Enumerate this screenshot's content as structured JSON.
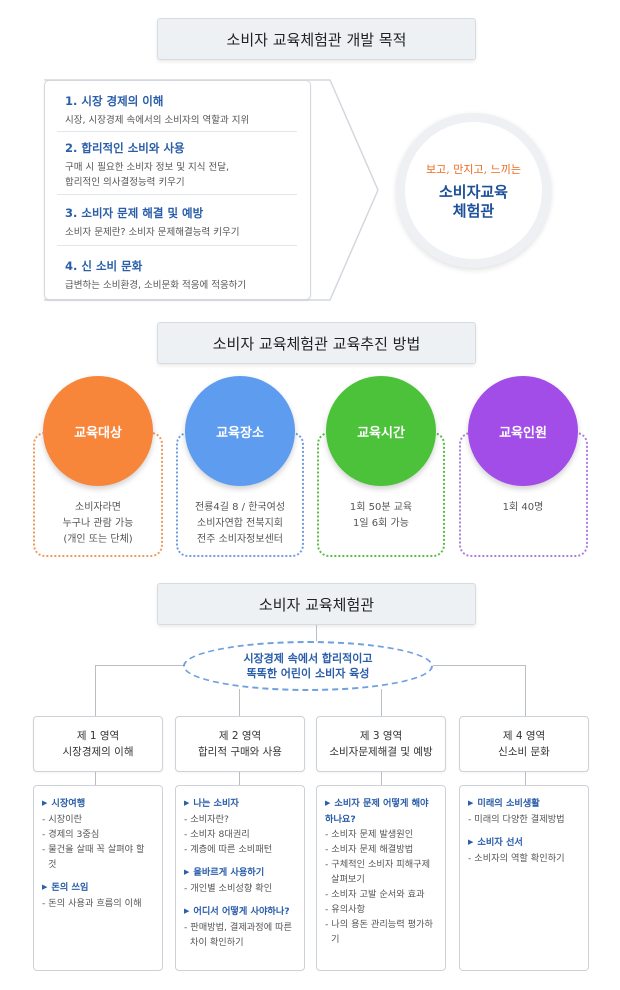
{
  "section1": {
    "title": "소비자 교육체험관 개발 목적",
    "items": [
      {
        "heading": "1. 시장 경제의 이해",
        "desc": [
          "시장, 시장경제 속에서의 소비자의 역할과 지위"
        ]
      },
      {
        "heading": "2. 합리적인 소비와 사용",
        "desc": [
          "구매 시 필요한 소비자 정보 및 지식 전달,",
          "합리적인 의사결정능력 키우기"
        ]
      },
      {
        "heading": "3. 소비자 문제 해결 및 예방",
        "desc": [
          "소비자 문제란? 소비자 문제해결능력 키우기"
        ]
      },
      {
        "heading": "4. 신 소비 문화",
        "desc": [
          "급변하는 소비환경, 소비문화 적응에 적응하기"
        ]
      }
    ],
    "slogan_sub": "보고, 만지고, 느끼는",
    "slogan_main_1": "소비자교육",
    "slogan_main_2": "체험관"
  },
  "section2": {
    "title": "소비자 교육체험관 교육추진 방법",
    "methods": [
      {
        "label": "교육대상",
        "color": "#f7853a",
        "border": "#f29a5e",
        "lines": [
          "소비자라면",
          "누구나 관람 가능",
          "(개인 또는 단체)"
        ]
      },
      {
        "label": "교육장소",
        "color": "#5e9cf0",
        "border": "#6f9ee0",
        "lines": [
          "전룡4길 8 / 한국여성",
          "소비자연합 전북지회",
          "전주 소비자정보센터"
        ]
      },
      {
        "label": "교육시간",
        "color": "#4cc23a",
        "border": "#5bbf42",
        "lines": [
          "1회 50분 교육",
          "1일 6회 가능"
        ]
      },
      {
        "label": "교육인원",
        "color": "#a34de8",
        "border": "#b07ee0",
        "lines": [
          "1회 40명"
        ]
      }
    ]
  },
  "section3": {
    "title": "소비자 교육체험관",
    "center_line1": "시장경제 속에서 합리적이고",
    "center_line2": "똑똑한 어린이 소비자 육성",
    "areas": [
      {
        "num": "제 1 영역",
        "name": "시장경제의 이해",
        "groups": [
          {
            "title": "시장여행",
            "items": [
              "시장이란",
              "경제의 3중심",
              "물건을 살때 꼭 살펴야 할 것"
            ]
          },
          {
            "title": "돈의 쓰임",
            "items": [
              "돈의 사용과 흐름의 이해"
            ]
          }
        ]
      },
      {
        "num": "제 2 영역",
        "name": "합리적 구매와 사용",
        "groups": [
          {
            "title": "나는 소비자",
            "items": [
              "소비자란?",
              "소비자 8대권리",
              "계층에 따른 소비패턴"
            ]
          },
          {
            "title": "올바르게 사용하기",
            "items": [
              "개인별 소비성향 확인"
            ]
          },
          {
            "title": "어디서 어떻게 사야하나?",
            "items": [
              "판매방법, 결제과정에 따른 차이 확인하기"
            ]
          }
        ]
      },
      {
        "num": "제 3 영역",
        "name": "소비자문제해결 및 예방",
        "groups": [
          {
            "title": "소비자 문제 어떻게 해야 하나요?",
            "items": [
              "소비자 문제 발생원인",
              "소비자 문제 해결방법",
              "구체적인 소비자 피해구제 살펴보기",
              "소비자 고발 순서와 효과",
              "유의사항",
              "나의 용돈 관리능력 평가하기"
            ]
          }
        ]
      },
      {
        "num": "제 4 영역",
        "name": "신소비 문화",
        "groups": [
          {
            "title": "미래의 소비생활",
            "items": [
              "미래의 다양한 결제방법"
            ]
          },
          {
            "title": "소비자 선서",
            "items": [
              "소비자의 역할 확인하기"
            ]
          }
        ]
      }
    ]
  }
}
